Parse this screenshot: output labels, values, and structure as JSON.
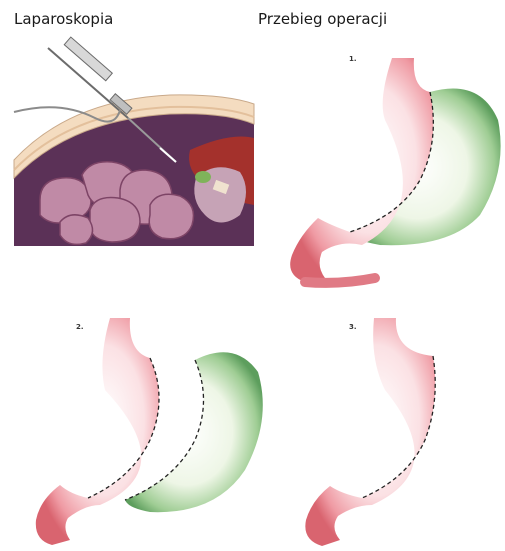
{
  "titles": {
    "laparoscopy": "Laparoskopia",
    "procedure": "Przebieg operacji"
  },
  "steps": [
    "1.",
    "2.",
    "3."
  ],
  "colors": {
    "stomach_pink": "#e88a94",
    "stomach_light": "#fbe4e6",
    "removed_green": "#7cb87a",
    "removed_light": "#f3f8ee",
    "abdomen_purple": "#5a2f55",
    "skin": "#f3dcbf",
    "intestine": "#b97a9d"
  }
}
